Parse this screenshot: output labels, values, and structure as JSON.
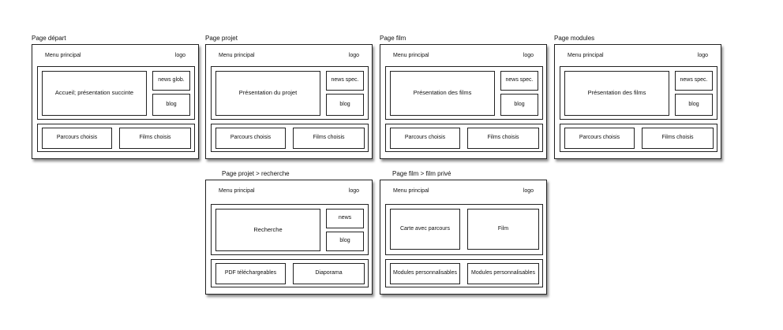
{
  "wireframes": [
    {
      "title": "Page départ",
      "menu": "Menu principal",
      "logo": "logo",
      "main": "Accueil; présentation succinte",
      "side_top": "news glob.",
      "side_bottom": "blog",
      "bottom_left": "Parcours choisis",
      "bottom_right": "Films choisis"
    },
    {
      "title": "Page projet",
      "menu": "Menu principal",
      "logo": "logo",
      "main": "Présentation du projet",
      "side_top": "news spec.",
      "side_bottom": "blog",
      "bottom_left": "Parcours choisis",
      "bottom_right": "Films choisis"
    },
    {
      "title": "Page film",
      "menu": "Menu principal",
      "logo": "logo",
      "main": "Présentation des films",
      "side_top": "news spec.",
      "side_bottom": "blog",
      "bottom_left": "Parcours choisis",
      "bottom_right": "Films choisis"
    },
    {
      "title": "Page modules",
      "menu": "Menu principal",
      "logo": "logo",
      "main": "Présentation des films",
      "side_top": "news spec.",
      "side_bottom": "blog",
      "bottom_left": "Parcours choisis",
      "bottom_right": "Films choisis"
    },
    {
      "title": "Page projet > recherche",
      "menu": "Menu principal",
      "logo": "logo",
      "main": "Recherche",
      "side_top": "news",
      "side_bottom": "blog",
      "bottom_left": "PDF téléchargeables",
      "bottom_right": "Diaporama"
    },
    {
      "title": "Page film > film privé",
      "menu": "Menu principal",
      "logo": "logo",
      "top_left": "Carte avec parcours",
      "top_right": "Film",
      "bottom_left": "Modules personnalisables",
      "bottom_right": "Modules personnalisables"
    }
  ]
}
